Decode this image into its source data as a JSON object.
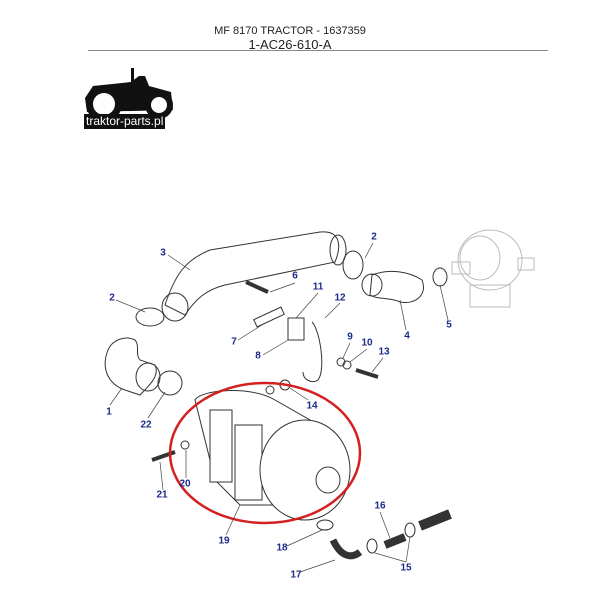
{
  "header": {
    "title": "MF 8170 TRACTOR - 1637359",
    "subtitle": "1-AC26-610-A"
  },
  "logo": {
    "text": "traktor-parts.pl"
  },
  "watermark": "traktor-parts.pl",
  "colors": {
    "callout": "#1a2a8a",
    "highlight": "#d42020",
    "line": "#333333"
  },
  "callouts": [
    {
      "id": "c3",
      "label": "3"
    },
    {
      "id": "c2a",
      "label": "2"
    },
    {
      "id": "c2b",
      "label": "2"
    },
    {
      "id": "c6",
      "label": "6"
    },
    {
      "id": "c11",
      "label": "11"
    },
    {
      "id": "c12",
      "label": "12"
    },
    {
      "id": "c7",
      "label": "7"
    },
    {
      "id": "c8",
      "label": "8"
    },
    {
      "id": "c9",
      "label": "9"
    },
    {
      "id": "c10",
      "label": "10"
    },
    {
      "id": "c13",
      "label": "13"
    },
    {
      "id": "c4",
      "label": "4"
    },
    {
      "id": "c5",
      "label": "5"
    },
    {
      "id": "c1",
      "label": "1"
    },
    {
      "id": "c22",
      "label": "22"
    },
    {
      "id": "c14",
      "label": "14"
    },
    {
      "id": "c20",
      "label": "20"
    },
    {
      "id": "c21",
      "label": "21"
    },
    {
      "id": "c19",
      "label": "19"
    },
    {
      "id": "c18",
      "label": "18"
    },
    {
      "id": "c16",
      "label": "16"
    },
    {
      "id": "c15",
      "label": "15"
    },
    {
      "id": "c17",
      "label": "17"
    }
  ]
}
